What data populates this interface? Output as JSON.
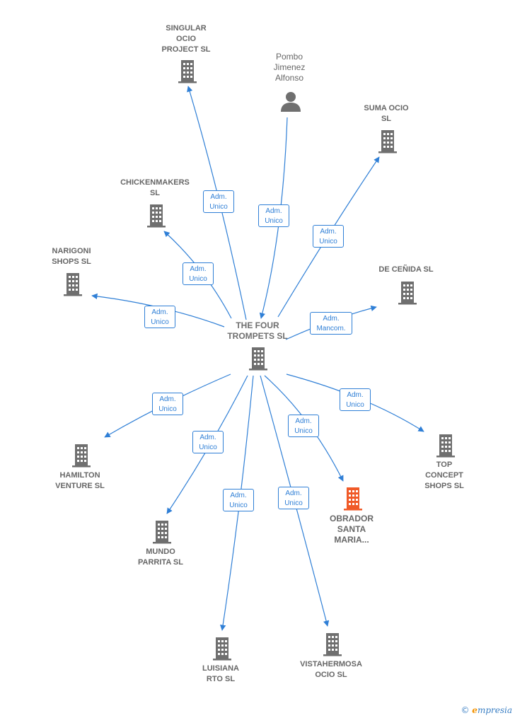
{
  "diagram": {
    "center": {
      "id": "four",
      "label": "THE FOUR\nTROMPETS  SL",
      "icon": "building-icon"
    },
    "nodes": [
      {
        "id": "singular",
        "label": "SINGULAR\nOCIO\nPROJECT  SL",
        "type": "company"
      },
      {
        "id": "pombo",
        "label": "Pombo\nJimenez\nAlfonso",
        "type": "person"
      },
      {
        "id": "suma",
        "label": "SUMA OCIO\nSL",
        "type": "company"
      },
      {
        "id": "chicken",
        "label": "CHICKENMAKERS\nSL",
        "type": "company"
      },
      {
        "id": "narigoni",
        "label": "NARIGONI\nSHOPS  SL",
        "type": "company"
      },
      {
        "id": "cenida",
        "label": "DE CEÑIDA  SL",
        "type": "company"
      },
      {
        "id": "hamilton",
        "label": "HAMILTON\nVENTURE  SL",
        "type": "company"
      },
      {
        "id": "mundo",
        "label": "MUNDO\nPARRITA  SL",
        "type": "company"
      },
      {
        "id": "luisiana",
        "label": "LUISIANA\nRTO  SL",
        "type": "company"
      },
      {
        "id": "vista",
        "label": "VISTAHERMOSA\nOCIO  SL",
        "type": "company"
      },
      {
        "id": "obrador",
        "label": "OBRADOR\nSANTA\nMARIA...",
        "type": "company-highlight"
      },
      {
        "id": "top",
        "label": "TOP\nCONCEPT\nSHOPS  SL",
        "type": "company"
      }
    ],
    "edges": [
      {
        "id": "e-singular",
        "to": "singular",
        "label": "Adm.\nUnico"
      },
      {
        "id": "e-pombo",
        "from": "pombo",
        "to": "four",
        "label": "Adm.\nUnico"
      },
      {
        "id": "e-suma",
        "to": "suma",
        "label": "Adm.\nUnico"
      },
      {
        "id": "e-chicken",
        "to": "chicken",
        "label": "Adm.\nUnico"
      },
      {
        "id": "e-narigoni",
        "to": "narigoni",
        "label": "Adm.\nUnico"
      },
      {
        "id": "e-cenida",
        "to": "cenida",
        "label": "Adm.\nMancom."
      },
      {
        "id": "e-hamilton",
        "to": "hamilton",
        "label": "Adm.\nUnico"
      },
      {
        "id": "e-mundo",
        "to": "mundo",
        "label": "Adm.\nUnico"
      },
      {
        "id": "e-luisiana",
        "to": "luisiana",
        "label": "Adm.\nUnico"
      },
      {
        "id": "e-vista",
        "to": "vista",
        "label": "Adm.\nUnico"
      },
      {
        "id": "e-obrador",
        "to": "obrador",
        "label": "Adm.\nUnico"
      },
      {
        "id": "e-top",
        "to": "top",
        "label": "Adm.\nUnico"
      }
    ],
    "colors": {
      "edge": "#2f7fd6",
      "icon": "#6f6f6f",
      "highlight": "#f05a28"
    }
  },
  "brand": {
    "copyright": "©",
    "initial": "e",
    "rest": "mpresia"
  }
}
